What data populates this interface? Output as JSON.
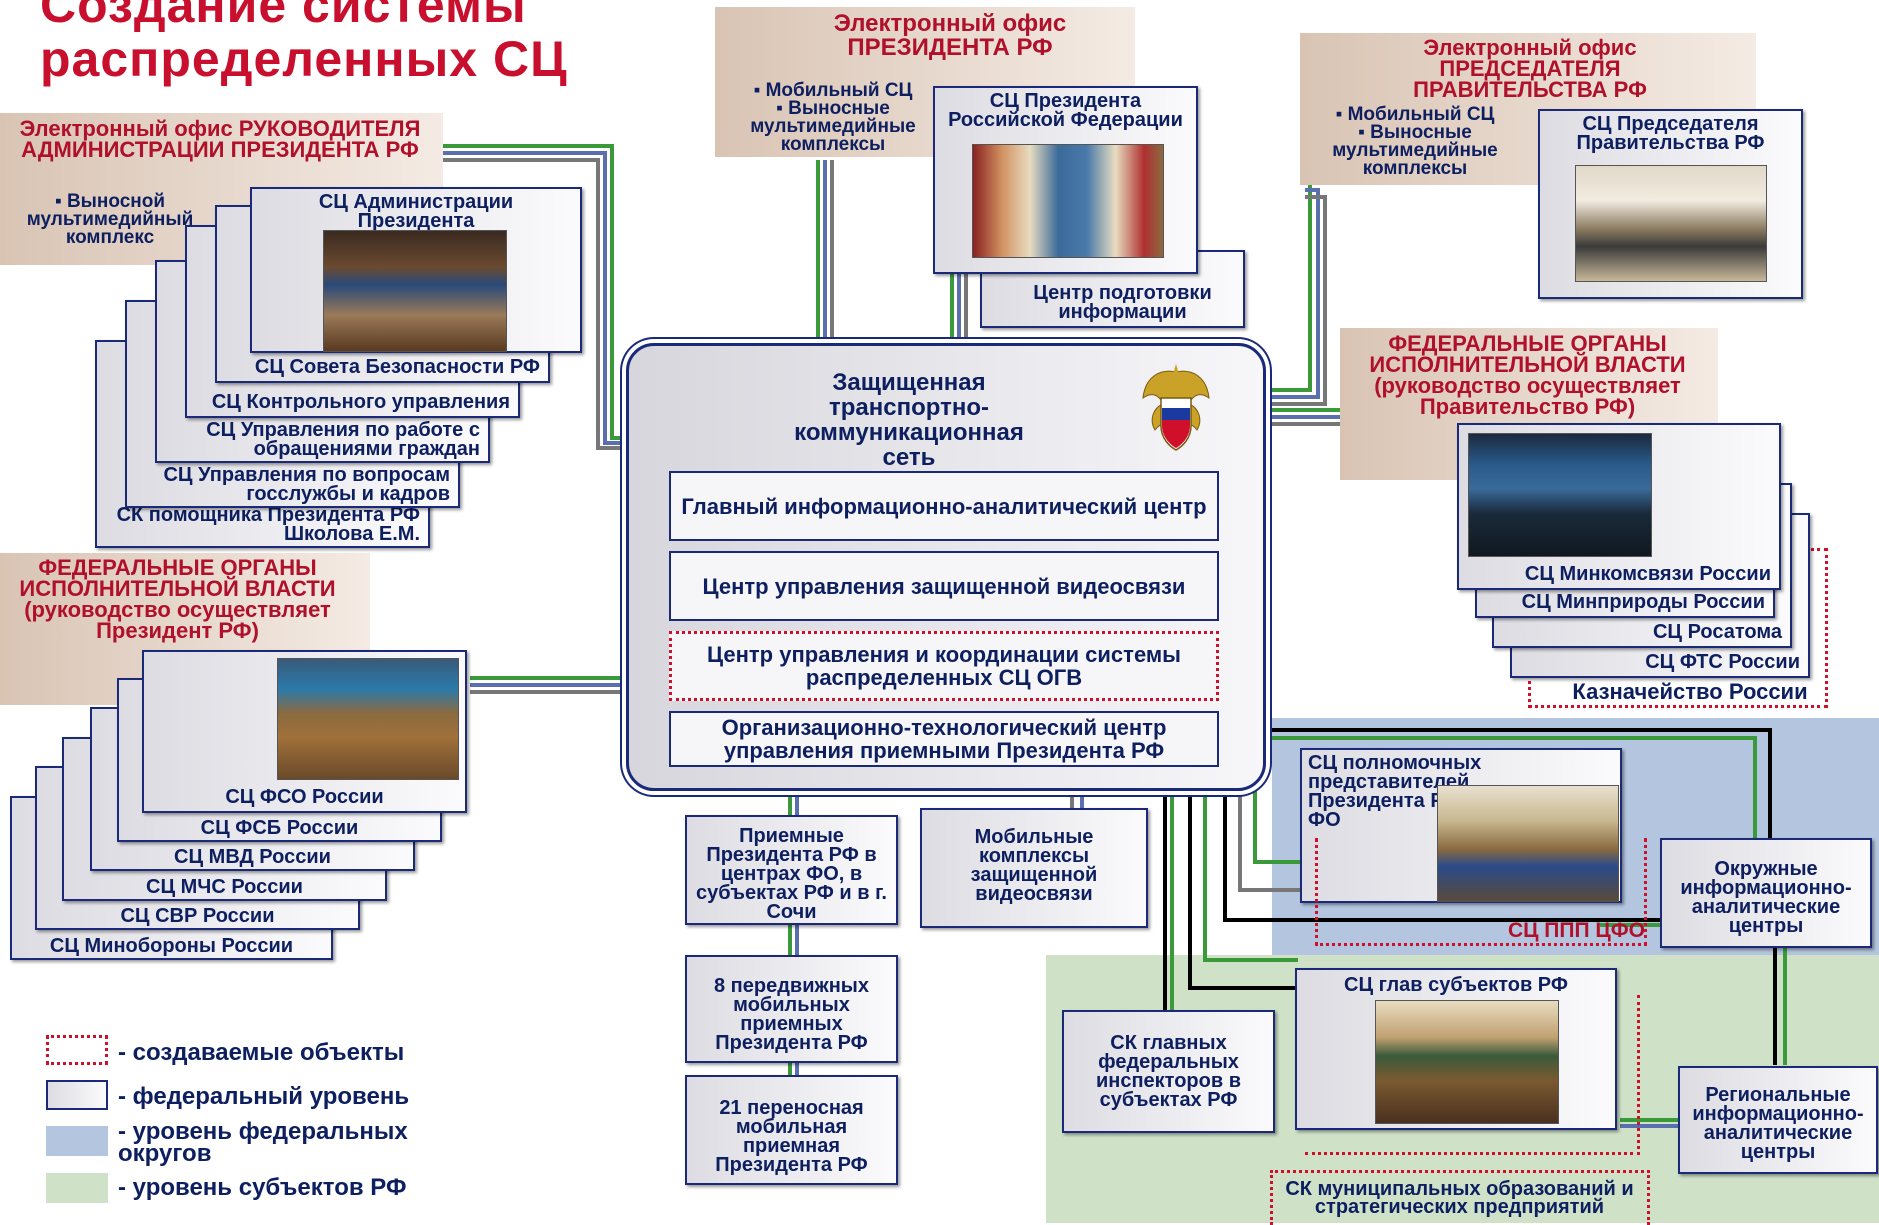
{
  "title_line1": "Создание системы",
  "title_line2": "распределенных СЦ",
  "hub": {
    "title": "Защищенная транспортно-коммуникационная сеть",
    "items": [
      "Главный информационно-аналитический центр",
      "Центр управления защищенной видеосвязи",
      "Центр управления и координации системы распределенных СЦ ОГВ",
      "Организационно-технологический центр управления приемными Президента РФ"
    ]
  },
  "admin_office": {
    "header": "Электронный офис РУКОВОДИТЕЛЯ АДМИНИСТРАЦИИ ПРЕЗИДЕНТА РФ",
    "bullet": "▪ Выносной мультимедийный комплекс",
    "stack": [
      "СЦ Администрации Президента",
      "СЦ Совета Безопасности РФ",
      "СЦ Контрольного управления",
      "СЦ Управления по работе с обращениями граждан",
      "СЦ Управления по вопросам госслужбы и кадров",
      "СК помощника Президента РФ Школова Е.М."
    ]
  },
  "president_office": {
    "header": "Электронный офис ПРЕЗИДЕНТА РФ",
    "bullet1": "▪ Мобильный СЦ",
    "bullet2": "▪ Выносные мультимедийные комплексы",
    "sc": "СЦ Президента Российской Федерации",
    "info_center": "Центр подготовки информации"
  },
  "pm_office": {
    "header": "Электронный офис ПРЕДСЕДАТЕЛЯ ПРАВИТЕЛЬСТВА РФ",
    "bullet1": "▪ Мобильный СЦ",
    "bullet2": "▪ Выносные мультимедийные комплексы",
    "sc": "СЦ Председателя Правительства РФ"
  },
  "fed_gov_pm": {
    "header": "ФЕДЕРАЛЬНЫЕ ОРГАНЫ ИСПОЛНИТЕЛЬНОЙ ВЛАСТИ (руководство осуществляет Правительство РФ)",
    "stack": [
      "СЦ Минкомсвязи России",
      "СЦ Минприроды России",
      "СЦ Росатома",
      "СЦ ФТС России",
      "Казначейство России"
    ]
  },
  "fed_gov_president": {
    "header": "ФЕДЕРАЛЬНЫЕ ОРГАНЫ ИСПОЛНИТЕЛЬНОЙ ВЛАСТИ (руководство осуществляет Президент РФ)",
    "stack": [
      "СЦ ФСО России",
      "СЦ ФСБ России",
      "СЦ МВД России",
      "СЦ МЧС России",
      "СЦ СВР России",
      "СЦ Минобороны России"
    ]
  },
  "bottom_center": [
    "Приемные Президента РФ в центрах ФО, в субъектах РФ и в г. Сочи",
    "Мобильные комплексы защищенной видеосвязи",
    "8 передвижных мобильных приемных Президента РФ",
    "21 переносная мобильная приемная Президента РФ"
  ],
  "regional": {
    "plenipotentiary": "СЦ полномочных представителей Президента РФ в ФО",
    "ppp_cfo": "СЦ ППП ЦФО",
    "district_centers": "Окружные информационно-аналитические центры",
    "governors": "СЦ глав субъектов РФ",
    "inspectors": "СК главных федеральных инспекторов в субъектах РФ",
    "regional_centers": "Региональные информационно-аналитические центры",
    "municipal": "СК муниципальных образований и стратегических предприятий"
  },
  "legend": [
    "- создаваемые объекты",
    "- федеральный уровень",
    "- уровень федеральных округов",
    "- уровень субъектов РФ"
  ],
  "colors": {
    "district_level": "#b4c6df",
    "subject_level": "#cfe2c8",
    "created_dotted": "#d0102a",
    "federal_border": "#1a2a78"
  }
}
